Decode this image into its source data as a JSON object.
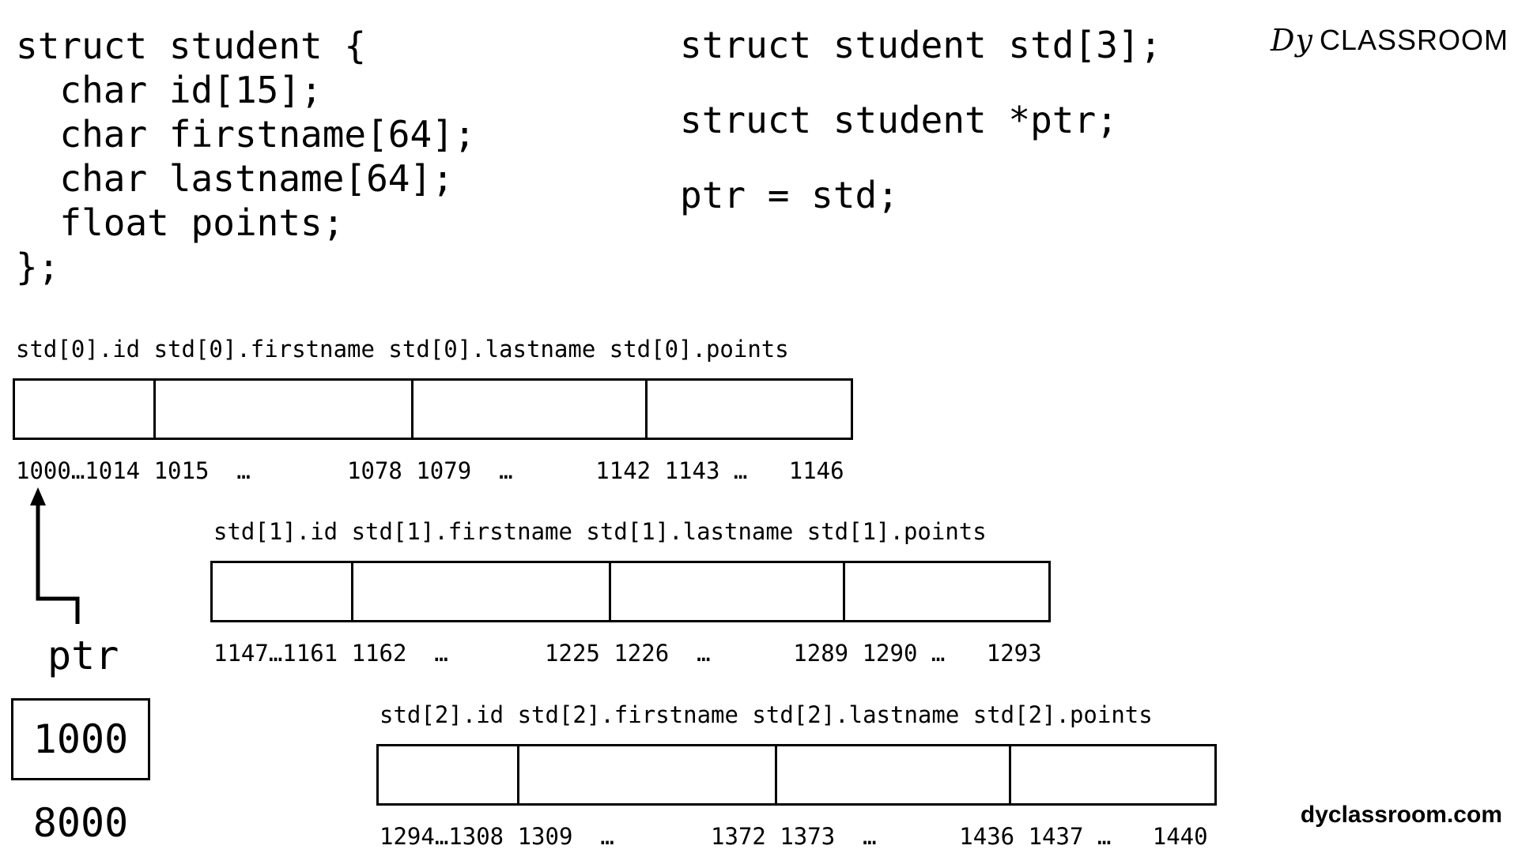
{
  "code_left": [
    "struct student {",
    "  char id[15];",
    "  char firstname[64];",
    "  char lastname[64];",
    "  float points;",
    "};"
  ],
  "code_right": [
    "struct student std[3];",
    "struct student *ptr;",
    "ptr = std;"
  ],
  "logo": {
    "mark": "Dy",
    "text": "CLASSROOM"
  },
  "site": "dyclassroom.com",
  "rows": [
    {
      "labels": "std[0].id std[0].firstname std[0].lastname std[0].points",
      "addresses": "1000…1014 1015  …       1078 1079  …      1142 1143 …   1146"
    },
    {
      "labels": "std[1].id std[1].firstname std[1].lastname std[1].points",
      "addresses": "1147…1161 1162  …       1225 1226  …      1289 1290 …   1293"
    },
    {
      "labels": "std[2].id std[2].firstname std[2].lastname std[2].points",
      "addresses": "1294…1308 1309  …       1372 1373  …      1436 1437 …   1440"
    }
  ],
  "pointer": {
    "label": "ptr",
    "value": "1000",
    "address": "8000"
  }
}
